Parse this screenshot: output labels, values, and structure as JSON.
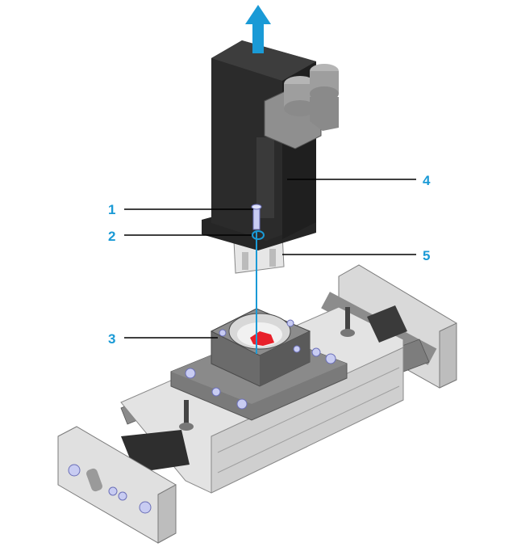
{
  "colors": {
    "accent": "#1a9ad6",
    "callout_text": "#1a9ad6",
    "motor_body": "#2b2b2b",
    "metal_light": "#d9d9d9",
    "metal_mid": "#a8a8a8",
    "flange": "#6e6e6e",
    "highlight": "#e8202a"
  },
  "icons": {
    "lift_arrow": "arrow-up-icon"
  },
  "callouts": [
    {
      "label": "1",
      "part": "screw"
    },
    {
      "label": "2",
      "part": "washer"
    },
    {
      "label": "3",
      "part": "adapter-flange"
    },
    {
      "label": "4",
      "part": "servo-motor"
    },
    {
      "label": "5",
      "part": "motor-shaft-coupling"
    }
  ]
}
